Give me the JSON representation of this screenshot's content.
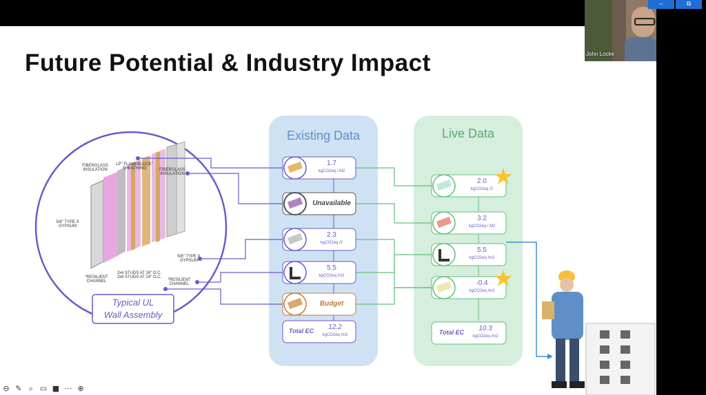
{
  "slide": {
    "title": "Future Potential & Industry Impact",
    "assembly_labels": {
      "fiberglass_insulation_left": "FIBERGLASS\nINSULATION",
      "sheathing": "LP\" FLAMEBLOCK\"\nSHEATHING",
      "fiberglass_insulation_right": "FIBERGLASS\nINSULATION",
      "type_x_left": "5/8\" TYPE X\nGYPSUM",
      "type_x_right": "5/8\" TYPE X\nGYPSUM",
      "resilient_left": "*RESILIENT\nCHANNEL",
      "studs": "2x4 STUDS AT 16\" O.C.\n2x6 STUDS AT 24\" O.C.",
      "resilient_right": "*RESILIENT\nCHANNEL",
      "assembly_title_line1": "Typical  UL",
      "assembly_title_line2": "Wall Assembly"
    },
    "existing": {
      "header": "Existing Data",
      "rows": [
        {
          "value": "1.7",
          "unit": "kgCO2eq / M2"
        },
        {
          "value": "Unavailable",
          "unit": ""
        },
        {
          "value": "2.3",
          "unit": "kgCO2eq /2"
        },
        {
          "value": "5.5",
          "unit": "kgCO2eq /m2"
        },
        {
          "value": "Budget",
          "unit": ""
        }
      ],
      "total_label": "Total EC",
      "total_value": "12.2",
      "total_unit": "kgCO2eq /m2"
    },
    "live": {
      "header": "Live Data",
      "rows": [
        {
          "value": "2.0",
          "unit": "kgCO2eq /2"
        },
        {
          "value": "3.2",
          "unit": "kgCO2eq / M2"
        },
        {
          "value": "5.5",
          "unit": "kgCO2eq /m2"
        },
        {
          "value": "-0.4",
          "unit": "kgCO2eq /m2"
        }
      ],
      "total_label": "Total EC",
      "total_value": "10.3",
      "total_unit": "kgCO2eq /m2"
    }
  },
  "video": {
    "participant_name": "John Locke"
  },
  "colors": {
    "existing_bg": "#cfe2f3",
    "live_bg": "#d5eedd",
    "purple": "#6a59c9",
    "green": "#5fbf7a",
    "title": "#5b8fc9",
    "live_title": "#5fa86c",
    "budget": "#c47a3a"
  },
  "toolbar": {
    "icons": [
      "back-icon",
      "pen-icon",
      "zoom-icon",
      "captions-icon",
      "camera-icon",
      "more-icon",
      "forward-icon"
    ]
  }
}
